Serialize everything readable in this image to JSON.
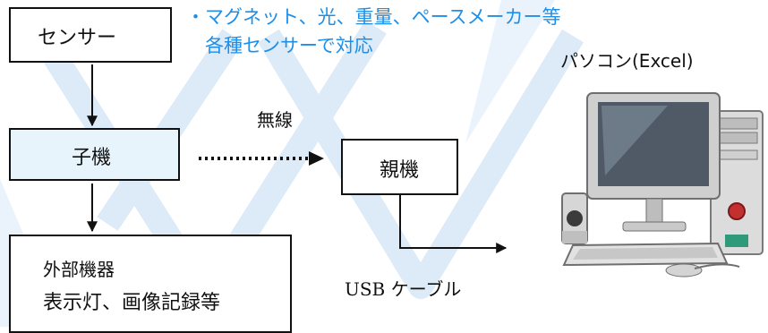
{
  "boxes": {
    "sensor": "センサー",
    "child_unit": "子機",
    "parent_unit": "親機",
    "external_line1": "外部機器",
    "external_line2": "表示灯、画像記録等"
  },
  "notes": {
    "line1": "・マグネット、光、重量、ペースメーカー等",
    "line2": "各種センサーで対応"
  },
  "labels": {
    "wireless": "無線",
    "usb_cable": "USB ケーブル",
    "pc": "パソコン(Excel)"
  },
  "colors": {
    "note_text": "#1e8fe8",
    "child_fill": "#e8f4fc",
    "watermark": "#dcebf7"
  },
  "icons": {
    "computer": "desktop-computer-icon"
  }
}
